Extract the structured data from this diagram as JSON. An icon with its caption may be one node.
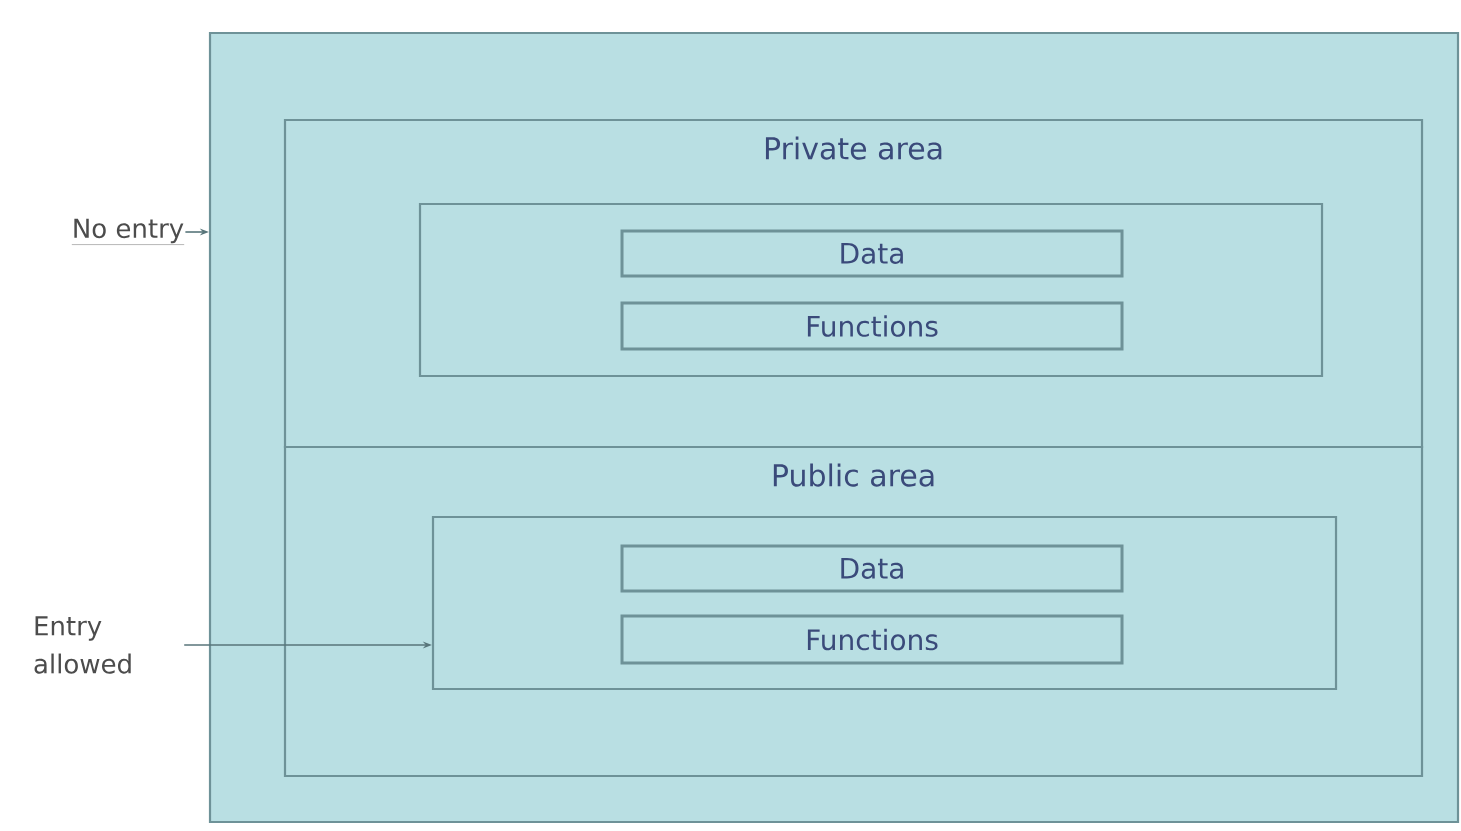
{
  "diagram": {
    "nodes": [
      {
        "text": [],
        "shape": "box"
      },
      {
        "text": [
          "Private area"
        ],
        "in": 0
      },
      {
        "text": [],
        "shape": "box",
        "in": 1
      },
      {
        "text": [
          "Data"
        ],
        "in": 2
      },
      {
        "text": [
          "Functions"
        ],
        "in": 2
      },
      {
        "text": [
          "Public area"
        ],
        "in": 0
      },
      {
        "text": [],
        "shape": "box",
        "in": 5
      },
      {
        "text": [
          "Data"
        ],
        "in": 6
      },
      {
        "text": [
          "Functions"
        ],
        "in": 6
      },
      {
        "text": [
          "No entry"
        ]
      },
      {
        "text": [
          "Entry allowed"
        ]
      }
    ],
    "edges": [
      {
        "from": 9,
        "to": 0,
        "arrow": "to"
      },
      {
        "from": 10,
        "to": 6,
        "arrow": "to"
      }
    ]
  }
}
